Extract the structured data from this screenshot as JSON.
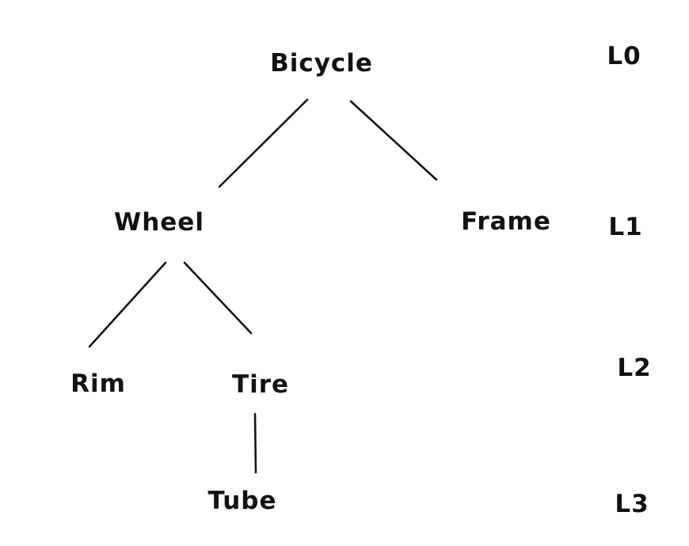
{
  "diagram": {
    "type": "tree",
    "nodes": {
      "bicycle": {
        "label": "Bicycle",
        "level": "L0"
      },
      "wheel": {
        "label": "Wheel",
        "level": "L1"
      },
      "frame": {
        "label": "Frame",
        "level": "L1"
      },
      "rim": {
        "label": "Rim",
        "level": "L2"
      },
      "tire": {
        "label": "Tire",
        "level": "L2"
      },
      "tube": {
        "label": "Tube",
        "level": "L3"
      }
    },
    "edges": [
      {
        "from": "Bicycle",
        "to": "Wheel"
      },
      {
        "from": "Bicycle",
        "to": "Frame"
      },
      {
        "from": "Wheel",
        "to": "Rim"
      },
      {
        "from": "Wheel",
        "to": "Tire"
      },
      {
        "from": "Tire",
        "to": "Tube"
      }
    ],
    "level_labels": {
      "l0": "L0",
      "l1": "L1",
      "l2": "L2",
      "l3": "L3"
    },
    "colors": {
      "ink": "#161616",
      "background": "#ffffff"
    }
  }
}
